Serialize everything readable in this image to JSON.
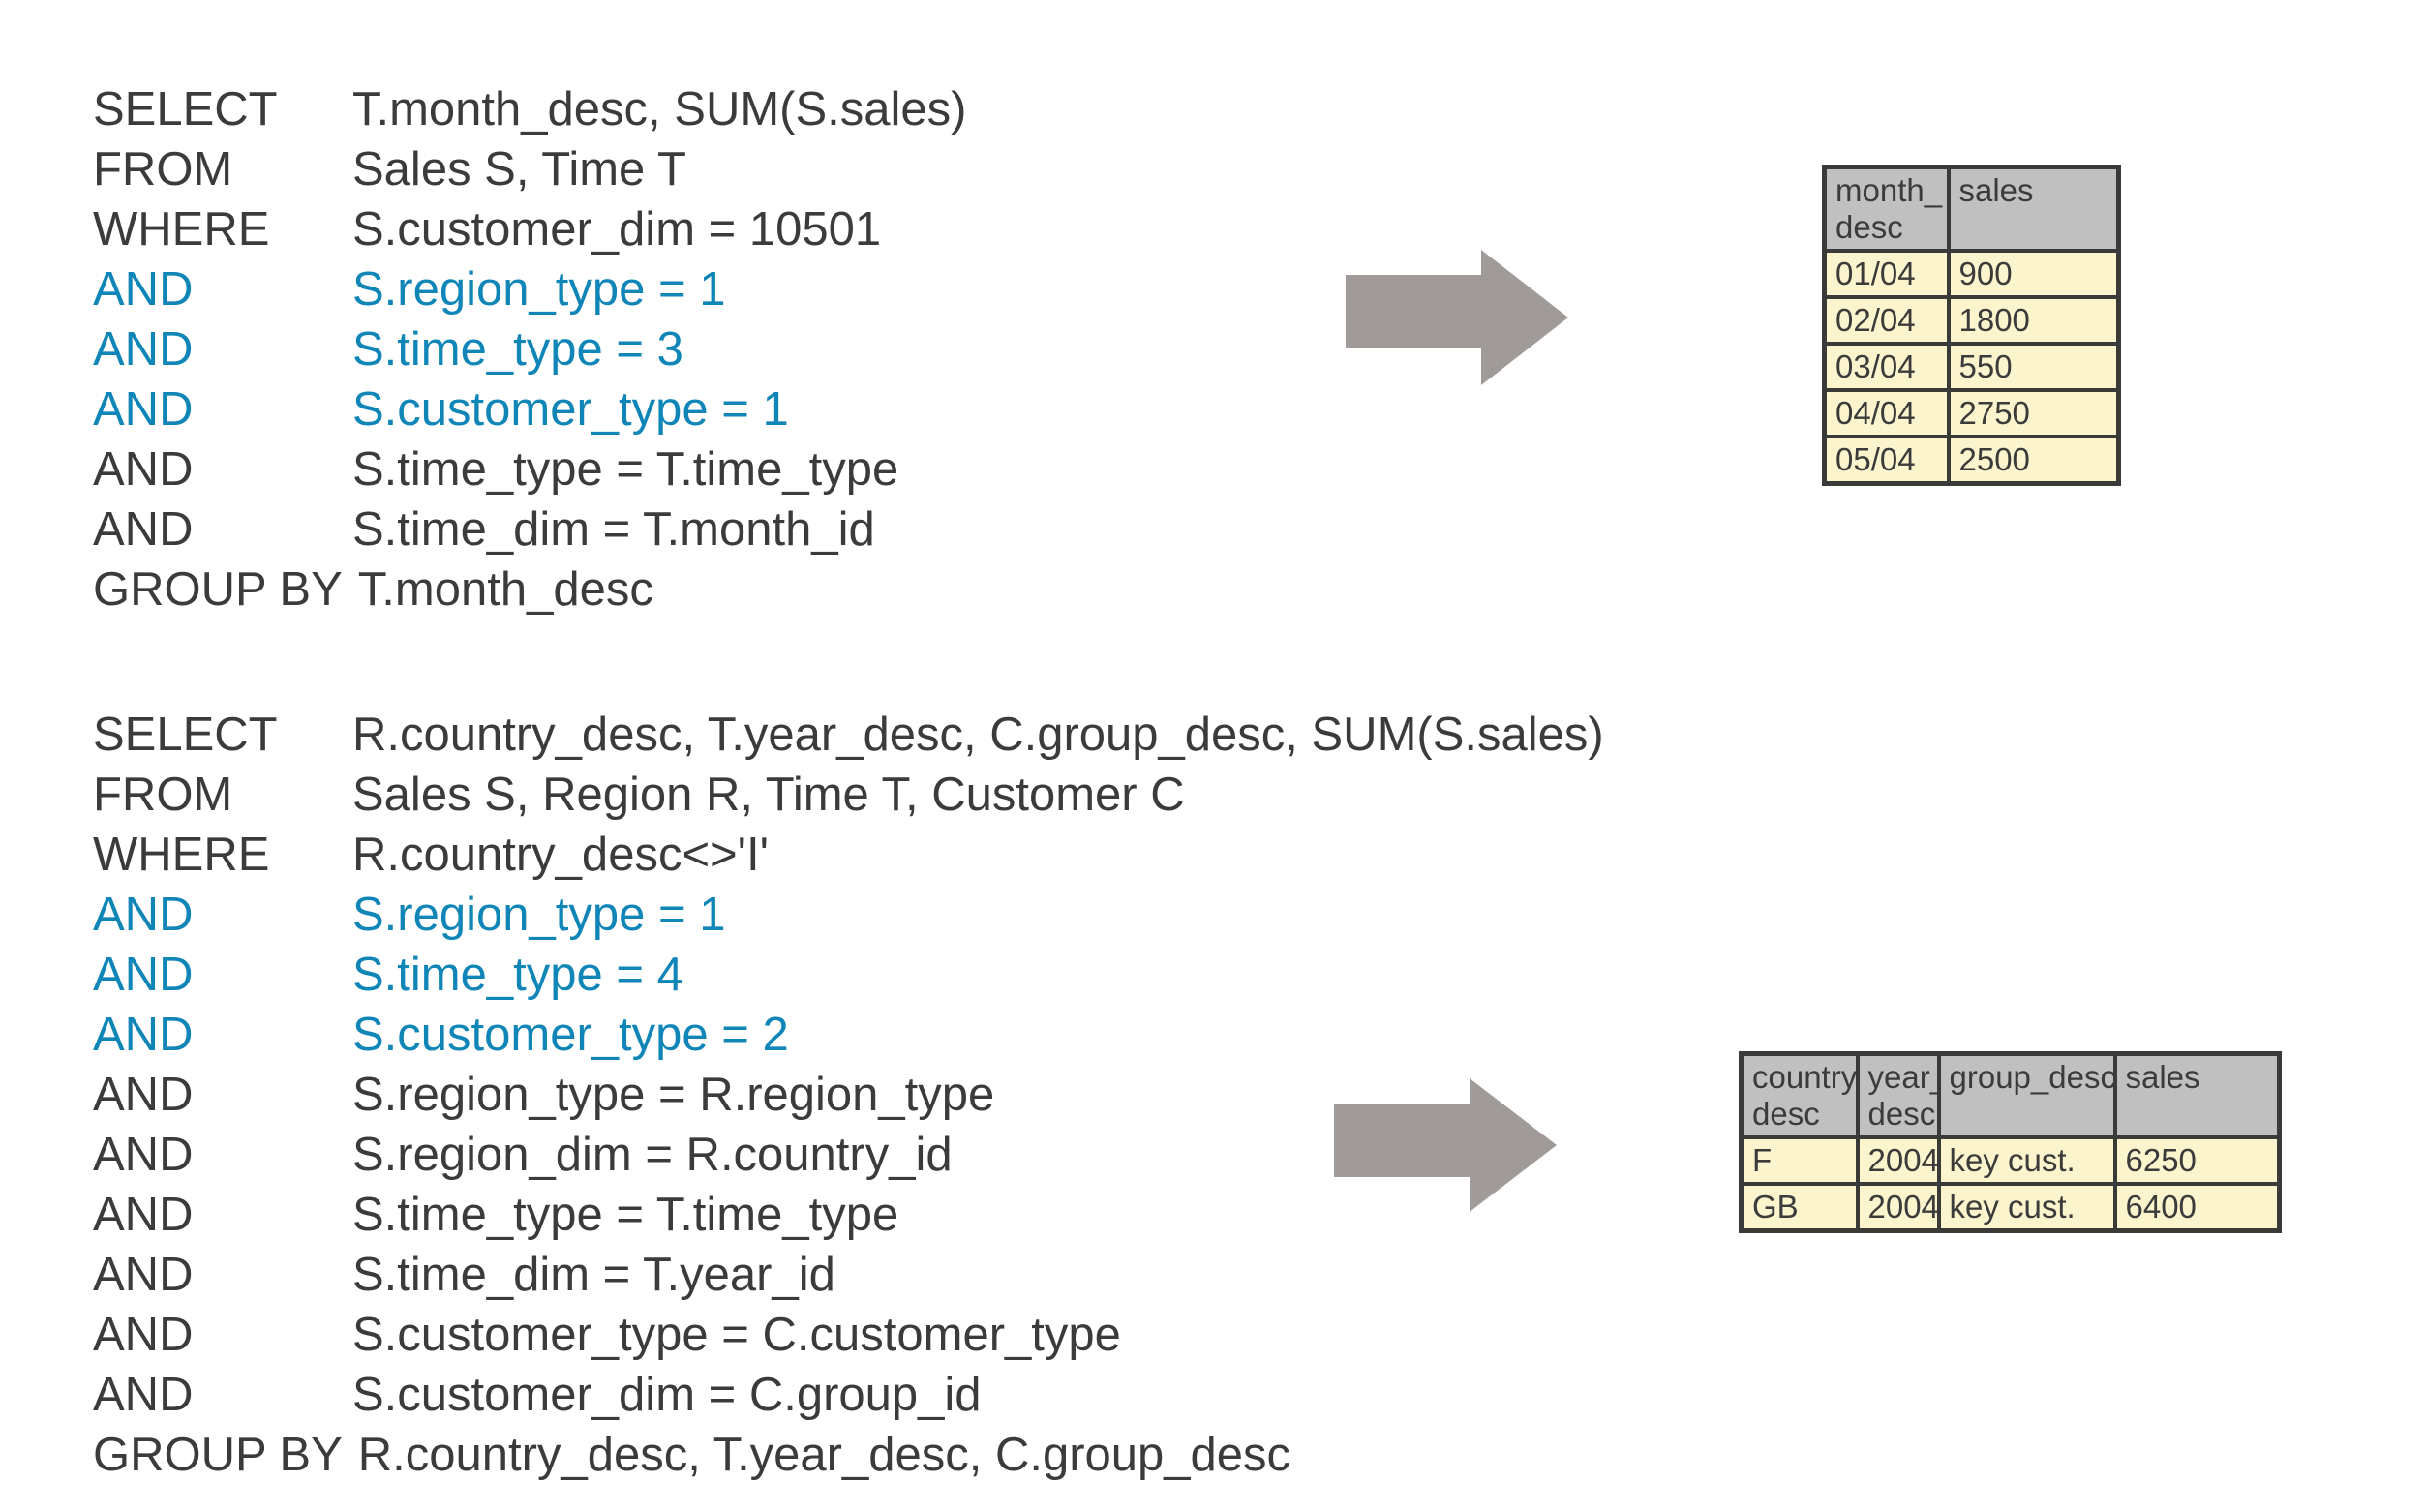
{
  "colors": {
    "text": "#3b3b3b",
    "highlight_blue": "#0f86b7",
    "arrow_grey": "#a09b98",
    "table_header_bg": "#c0c0c0",
    "table_cell_bg": "#fcf4cd",
    "table_border": "#3a3a38"
  },
  "query_1": {
    "lines": [
      {
        "keyword": "SELECT",
        "body": "T.month_desc, SUM(S.sales)",
        "highlight": false
      },
      {
        "keyword": "FROM",
        "body": "Sales S, Time T",
        "highlight": false
      },
      {
        "keyword": "WHERE",
        "body": "S.customer_dim = 10501",
        "highlight": false
      },
      {
        "keyword": "AND",
        "body": "S.region_type = 1",
        "highlight": true
      },
      {
        "keyword": "AND",
        "body": "S.time_type = 3",
        "highlight": true
      },
      {
        "keyword": "AND",
        "body": "S.customer_type = 1",
        "highlight": true
      },
      {
        "keyword": "AND",
        "body": "S.time_type = T.time_type",
        "highlight": false
      },
      {
        "keyword": "AND",
        "body": "S.time_dim = T.month_id",
        "highlight": false
      },
      {
        "keyword": "GROUP BY",
        "body": "T.month_desc",
        "highlight": false,
        "wide": true
      }
    ]
  },
  "query_2": {
    "lines": [
      {
        "keyword": "SELECT",
        "body": "R.country_desc, T.year_desc, C.group_desc, SUM(S.sales)",
        "highlight": false
      },
      {
        "keyword": "FROM",
        "body": "Sales S, Region R, Time T, Customer C",
        "highlight": false
      },
      {
        "keyword": "WHERE",
        "body": "R.country_desc<>'I'",
        "highlight": false
      },
      {
        "keyword": "AND",
        "body": "S.region_type = 1",
        "highlight": true
      },
      {
        "keyword": "AND",
        "body": "S.time_type = 4",
        "highlight": true
      },
      {
        "keyword": "AND",
        "body": "S.customer_type = 2",
        "highlight": true
      },
      {
        "keyword": "AND",
        "body": "S.region_type = R.region_type",
        "highlight": false
      },
      {
        "keyword": "AND",
        "body": "S.region_dim = R.country_id",
        "highlight": false
      },
      {
        "keyword": "AND",
        "body": "S.time_type = T.time_type",
        "highlight": false
      },
      {
        "keyword": "AND",
        "body": "S.time_dim = T.year_id",
        "highlight": false
      },
      {
        "keyword": "AND",
        "body": "S.customer_type = C.customer_type",
        "highlight": false
      },
      {
        "keyword": "AND",
        "body": "S.customer_dim = C.group_id",
        "highlight": false
      },
      {
        "keyword": "GROUP BY",
        "body": "R.country_desc, T.year_desc, C.group_desc",
        "highlight": false,
        "wide": true
      }
    ]
  },
  "arrow_1": {
    "icon": "right-block-arrow-icon"
  },
  "arrow_2": {
    "icon": "right-block-arrow-icon"
  },
  "table_1": {
    "columns": [
      "month_\ndesc",
      "sales"
    ],
    "rows": [
      [
        "01/04",
        "900"
      ],
      [
        "02/04",
        "1800"
      ],
      [
        "03/04",
        "550"
      ],
      [
        "04/04",
        "2750"
      ],
      [
        "05/04",
        "2500"
      ]
    ]
  },
  "table_2": {
    "columns": [
      "country_\ndesc",
      "year_\ndesc",
      "group_desc",
      "sales"
    ],
    "rows": [
      [
        "F",
        "2004",
        "key cust.",
        "6250"
      ],
      [
        "GB",
        "2004",
        "key cust.",
        "6400"
      ]
    ]
  }
}
